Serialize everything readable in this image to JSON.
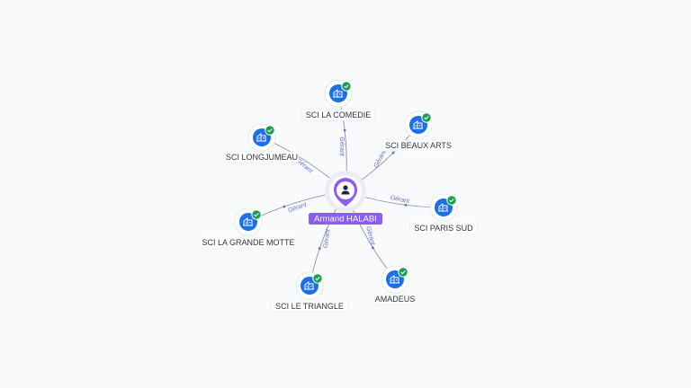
{
  "center": {
    "name": "Armand HALABI",
    "icon": "person-icon",
    "color": "#8b5cf6"
  },
  "relation_label": "Gérant",
  "companies": [
    {
      "id": "comedie",
      "name": "SCI LA COMEDIE",
      "icon": "building-icon",
      "status": "check-badge-icon"
    },
    {
      "id": "beaux-arts",
      "name": "SCI BEAUX ARTS",
      "icon": "building-icon",
      "status": "check-badge-icon"
    },
    {
      "id": "paris-sud",
      "name": "SCI PARIS SUD",
      "icon": "building-icon",
      "status": "check-badge-icon"
    },
    {
      "id": "amadeus",
      "name": "AMADEUS",
      "icon": "building-icon",
      "status": "check-badge-icon"
    },
    {
      "id": "le-triangle",
      "name": "SCI LE TRIANGLE",
      "icon": "building-icon",
      "status": "check-badge-icon"
    },
    {
      "id": "grande-motte",
      "name": "SCI LA GRANDE MOTTE",
      "icon": "building-icon",
      "status": "check-badge-icon"
    },
    {
      "id": "longjumeau",
      "name": "SCI LONGJUMEAU",
      "icon": "building-icon",
      "status": "check-badge-icon"
    }
  ],
  "colors": {
    "node_blue": "#1c6fe8",
    "check_green": "#1b9e54",
    "edge": "#8c93a8",
    "edge_label": "#6b6ccf"
  }
}
